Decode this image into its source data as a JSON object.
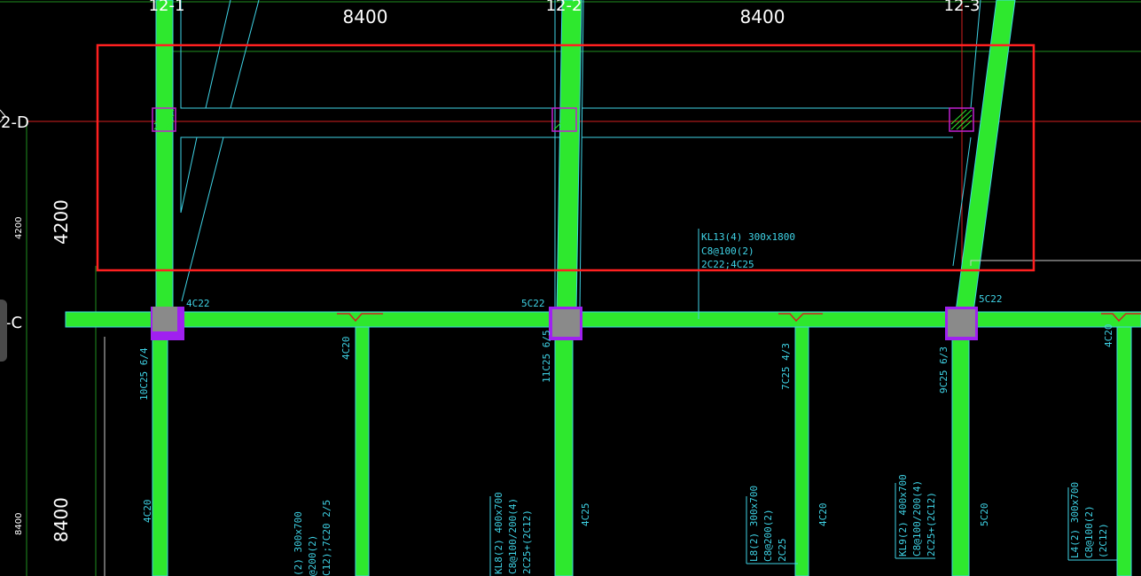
{
  "app": "CAD structural beam plan viewer",
  "grid_labels": {
    "col_1": "12-1",
    "col_2": "12-2",
    "col_3": "12-3",
    "row_d": "2-D",
    "row_c": "-C"
  },
  "dimensions": {
    "span_1": "8400",
    "span_2": "8400",
    "left_4200_large": "4200",
    "left_4200_small": "4200",
    "left_8400_large": "8400",
    "left_8400_small": "8400"
  },
  "beam_labels": {
    "kl13_line1": "KL13(4) 300x1800",
    "kl13_line2": "C8@100(2)",
    "kl13_line3": "2C22;4C25",
    "top_4c22": "4C22",
    "top_5c22_mid": "5C22",
    "top_5c22_right": "5C22",
    "col1_vert": "10C25 6/4",
    "col2_vert": "11C25 6/5",
    "col3_vert": "9C25 6/3",
    "mid1_vert": "7C25 4/3",
    "b1_4c20": "4C20",
    "b2_4c20": "4C20",
    "b3_4c20": "4C20",
    "b4_4c25": "4C25",
    "b5_4c20": "4C20",
    "b6_5c20": "5C20",
    "b_right_4c20": "4C20",
    "l_left_1": "(2) 300x700",
    "l_left_2": "@200(2)",
    "l_left_3": "C12);7C20 2/5",
    "kl8_1": "KL8(2) 400x700",
    "kl8_2": "C8@100/200(4)",
    "kl8_3": "2C25+(2C12)",
    "l8_1": "L8(2) 300x700",
    "l8_2": "C8@200(2)",
    "l8_3": "2C25",
    "kl9_1": "KL9(2) 400x700",
    "kl9_2": "C8@100/200(4)",
    "kl9_3": "2C25+(2C12)",
    "l4_1": "L4(2) 300x700",
    "l4_2": "C8@100(2)",
    "l4_3": "(2C12)"
  },
  "colors": {
    "beam_fill": "#2ee82e",
    "beam_edge": "#3fd3e6",
    "axis_line": "#d42020",
    "column": "#8a8a8a",
    "column_edge": "#a020f0",
    "highlight_box": "#ff2020"
  }
}
